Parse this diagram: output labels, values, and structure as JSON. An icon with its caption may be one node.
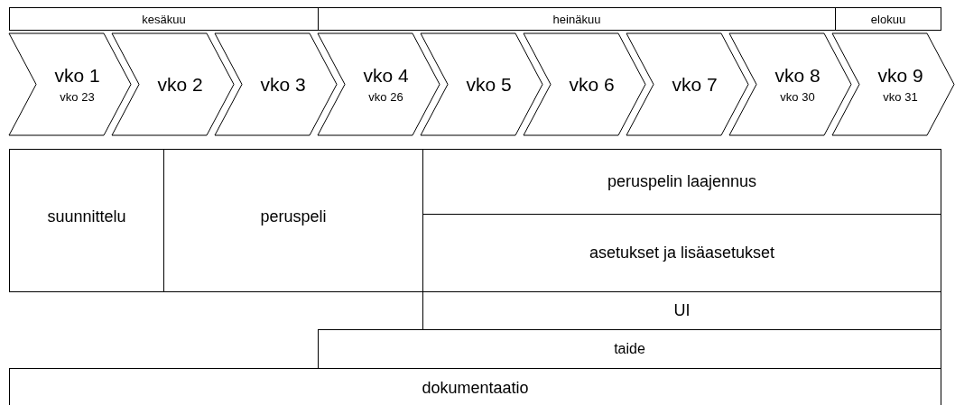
{
  "diagram": {
    "nodes": [
      {
        "text": [
          "kesäkuu"
        ]
      },
      {
        "text": [
          "heinäkuu"
        ]
      },
      {
        "text": [
          "elokuu"
        ]
      },
      {
        "text": [
          "vko 1",
          "vko 23"
        ]
      },
      {
        "text": [
          "vko 2"
        ]
      },
      {
        "text": [
          "vko 3"
        ]
      },
      {
        "text": [
          "vko 4",
          "vko 26"
        ]
      },
      {
        "text": [
          "vko 5"
        ]
      },
      {
        "text": [
          "vko 6"
        ]
      },
      {
        "text": [
          "vko 7"
        ]
      },
      {
        "text": [
          "vko 8",
          "vko 30"
        ]
      },
      {
        "text": [
          "vko 9",
          "vko 31"
        ]
      },
      {
        "text": [
          "suunnittelu"
        ]
      },
      {
        "text": [
          "peruspeli"
        ]
      },
      {
        "text": [
          "peruspelin laajennus"
        ]
      },
      {
        "text": [
          "asetukset ja lisäasetukset"
        ]
      },
      {
        "text": [
          "UI"
        ]
      },
      {
        "text": [
          "taide"
        ]
      },
      {
        "text": [
          "dokumentaatio"
        ]
      }
    ]
  }
}
